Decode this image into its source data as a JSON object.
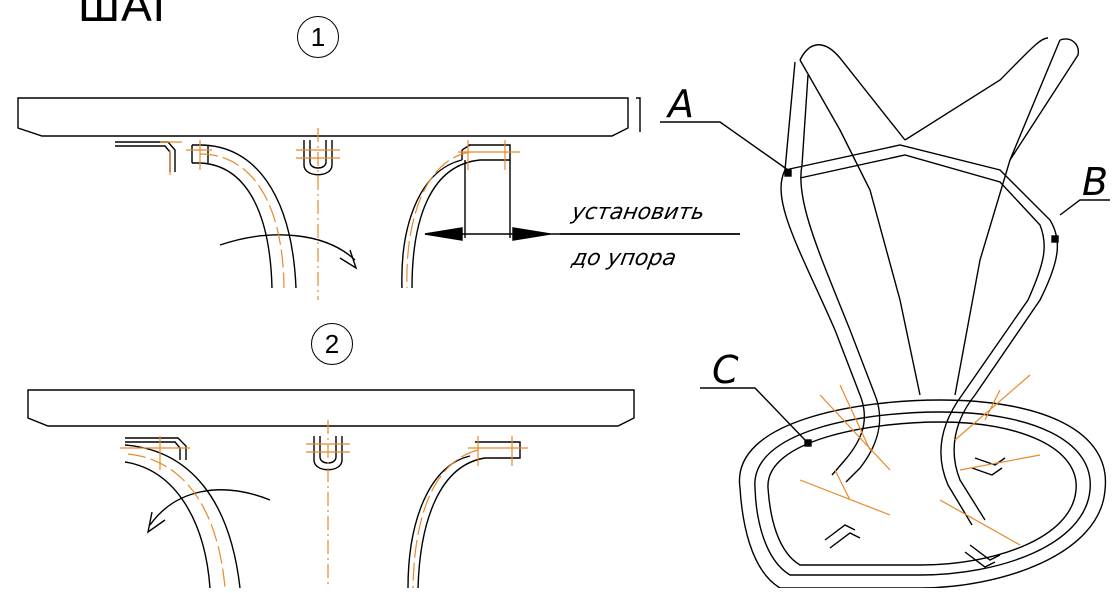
{
  "header": {
    "step_label": "ШАГ"
  },
  "steps": [
    {
      "number": "1"
    },
    {
      "number": "2"
    }
  ],
  "annotation": {
    "line1": "установить",
    "line2": "до упора"
  },
  "callouts": {
    "a": "A",
    "b": "B",
    "c": "C"
  },
  "colors": {
    "line": "#000000",
    "accent": "#e8892a"
  }
}
